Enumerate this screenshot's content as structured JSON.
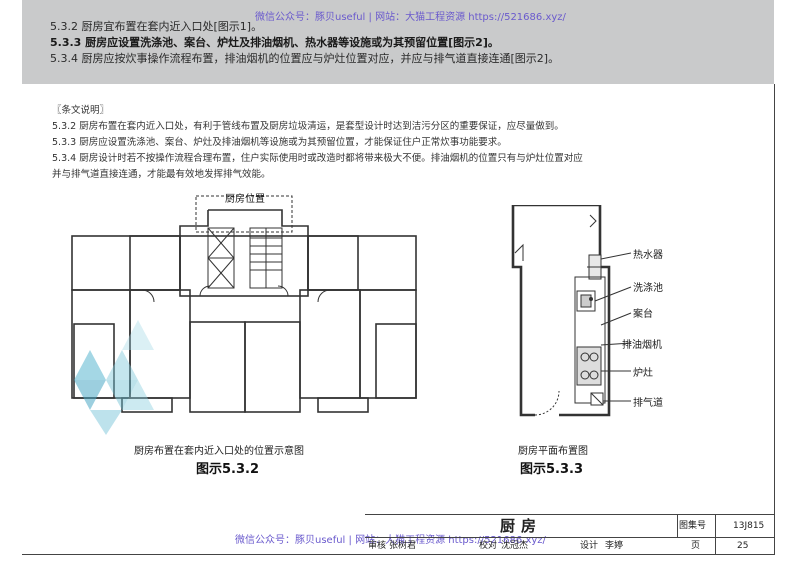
{
  "header": {
    "rule_532": "5.3.2  厨房宜布置在套内近入口处[图示1]。",
    "rule_533": "5.3.3  厨房应设置洗涤池、案台、炉灶及排油烟机、热水器等设施或为其预留位置[图示2]。",
    "rule_534": "5.3.4  厨房应按炊事操作流程布置，排油烟机的位置应与炉灶位置对应，并应与排气道直接连通[图示2]。"
  },
  "watermark": {
    "top": "微信公众号：豚贝useful  |  网站：大猫工程资源 https://521686.xyz/",
    "bottom": "微信公众号：豚贝useful  |  网站：大猫工程资源 https://521686.xyz/"
  },
  "explanation": {
    "heading": "〖条文说明〗",
    "line1": "5.3.2  厨房布置在套内近入口处，有利于管线布置及厨房垃圾清运，是套型设计时达到洁污分区的重要保证，应尽量做到。",
    "line2": "5.3.3  厨房应设置洗涤池、案台、炉灶及排油烟机等设施或为其预留位置，才能保证住户正常炊事功能要求。",
    "line3": "5.3.4  厨房设计时若不按操作流程合理布置，住户实际使用时或改造时都将带来极大不便。排油烟机的位置只有与炉灶位置对应",
    "line4": "并与排气道直接连通，才能最有效地发挥排气效能。"
  },
  "figure1": {
    "kitchen_position_label": "厨房位置",
    "caption": "厨房布置在套内近入口处的位置示意图",
    "label": "图示5.3.2"
  },
  "figure2": {
    "caption": "厨房平面布置图",
    "label": "图示5.3.3",
    "legend": [
      "热水器",
      "洗涤池",
      "案台",
      "排油烟机",
      "炉灶",
      "排气道"
    ]
  },
  "title_block": {
    "title": "厨房",
    "atlas_label": "图集号",
    "atlas_no": "13J815",
    "review_label": "审核",
    "reviewer": "张树君",
    "check_label": "校对",
    "checker": "沈冠杰",
    "design_label": "设计",
    "designer": "李婷",
    "page_label": "页",
    "page_no": "25"
  }
}
